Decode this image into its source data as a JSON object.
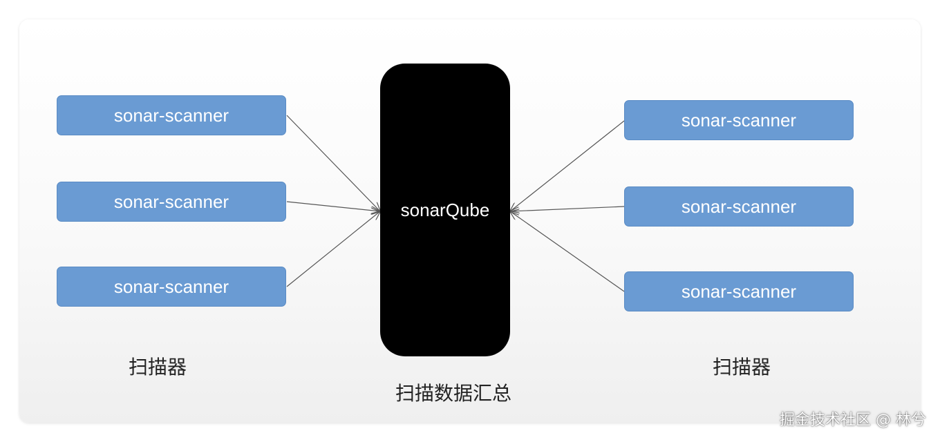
{
  "diagram": {
    "server": {
      "label": "sonarQube",
      "caption": "扫描数据汇总"
    },
    "left_group": {
      "caption": "扫描器",
      "scanners": [
        {
          "label": "sonar-scanner"
        },
        {
          "label": "sonar-scanner"
        },
        {
          "label": "sonar-scanner"
        }
      ]
    },
    "right_group": {
      "caption": "扫描器",
      "scanners": [
        {
          "label": "sonar-scanner"
        },
        {
          "label": "sonar-scanner"
        },
        {
          "label": "sonar-scanner"
        }
      ]
    },
    "colors": {
      "scanner_fill": "#6a9bd3",
      "server_fill": "#000000",
      "arrow": "#555555"
    }
  },
  "watermark": "掘金技术社区 @ 林兮"
}
